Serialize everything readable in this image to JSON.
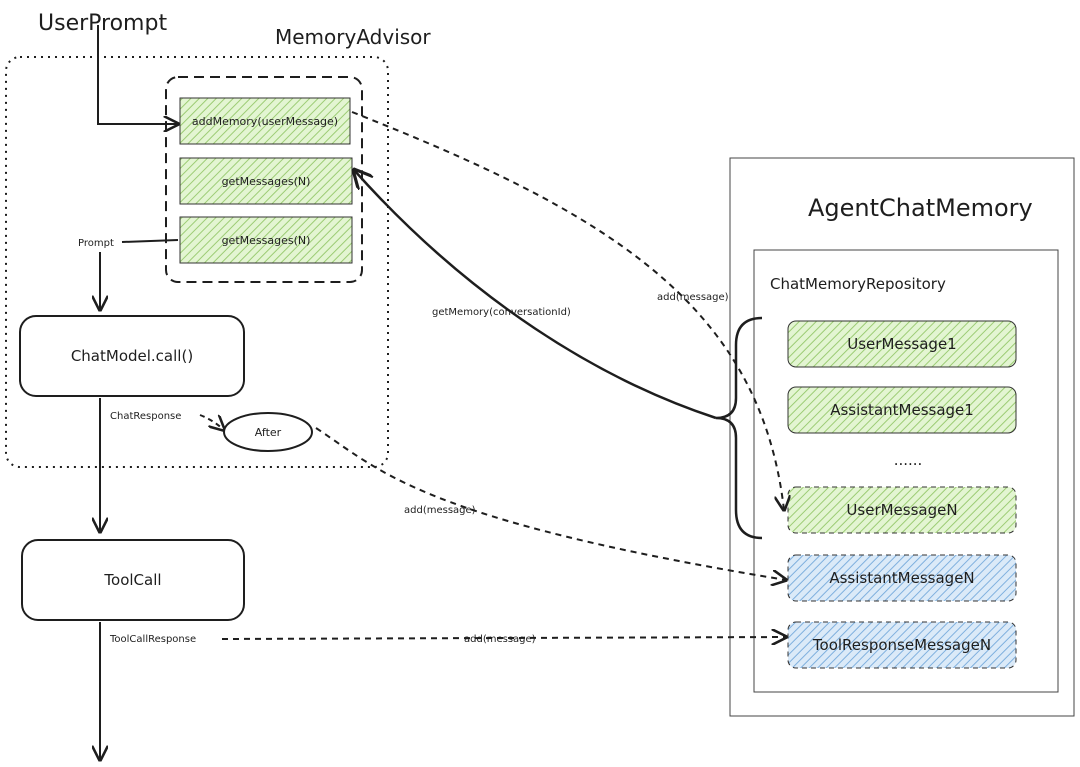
{
  "diagram": {
    "user_prompt": "UserPrompt",
    "memory_advisor": {
      "title": "MemoryAdvisor",
      "add_memory": "addMemory(userMessage)",
      "get_messages_1": "getMessages(N)",
      "get_messages_2": "getMessages(N)"
    },
    "prompt_label": "Prompt",
    "chat_model": "ChatModel.call()",
    "chat_response_label": "ChatResponse",
    "after": "After",
    "tool_call": "ToolCall",
    "tool_call_response_label": "ToolCallResponse",
    "agent_chat_memory": {
      "title": "AgentChatMemory",
      "repository": {
        "title": "ChatMemoryRepository",
        "messages": [
          "UserMessage1",
          "AssistantMessage1",
          "......",
          "UserMessageN",
          "AssistantMessageN",
          "ToolResponseMessageN"
        ]
      }
    },
    "edges": {
      "get_memory": "getMemory(conversationId)",
      "add_message_1": "add(message)",
      "add_message_2": "add(message)",
      "add_message_3": "add(message)"
    },
    "colors": {
      "green_fill": "#d3f0b8",
      "green_stroke": "#6aa84f",
      "blue_fill": "#cfe3f7",
      "blue_stroke": "#4a86c5",
      "ink": "#1e1e1e"
    }
  }
}
